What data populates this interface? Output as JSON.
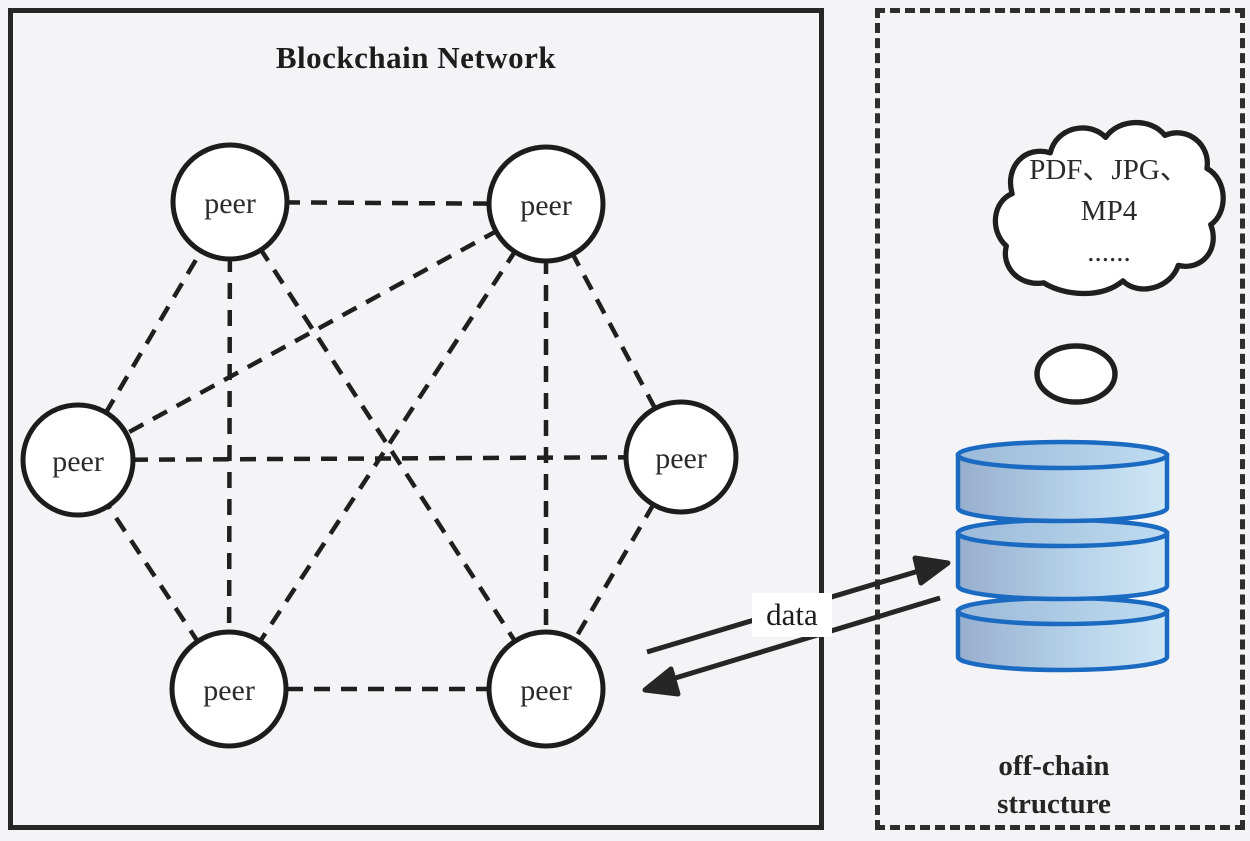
{
  "figure": {
    "type": "architecture-diagram",
    "description": "Blockchain network of peers linked to an off-chain storage structure"
  },
  "blockchain_panel": {
    "title": "Blockchain Network",
    "peers": [
      {
        "id": "peer-top-left",
        "label": "peer"
      },
      {
        "id": "peer-top-right",
        "label": "peer"
      },
      {
        "id": "peer-middle-left",
        "label": "peer"
      },
      {
        "id": "peer-middle-right",
        "label": "peer"
      },
      {
        "id": "peer-bottom-left",
        "label": "peer"
      },
      {
        "id": "peer-bottom-right",
        "label": "peer"
      }
    ],
    "connection_style": "dashed",
    "connections": [
      [
        "peer-top-left",
        "peer-top-right"
      ],
      [
        "peer-top-right",
        "peer-middle-right"
      ],
      [
        "peer-middle-right",
        "peer-bottom-right"
      ],
      [
        "peer-bottom-right",
        "peer-bottom-left"
      ],
      [
        "peer-bottom-left",
        "peer-middle-left"
      ],
      [
        "peer-middle-left",
        "peer-top-left"
      ],
      [
        "peer-top-left",
        "peer-bottom-left"
      ],
      [
        "peer-top-right",
        "peer-bottom-right"
      ],
      [
        "peer-middle-left",
        "peer-middle-right"
      ],
      [
        "peer-top-left",
        "peer-bottom-right"
      ],
      [
        "peer-top-right",
        "peer-bottom-left"
      ],
      [
        "peer-top-right",
        "peer-middle-left"
      ]
    ]
  },
  "data_flow": {
    "label": "data",
    "direction": "bidirectional"
  },
  "offchain_panel": {
    "cloud_text": "PDF、JPG、\nMP4\n......",
    "caption": "off-chain\nstructure",
    "database_icon": "database-cylinder-stack",
    "colors": {
      "database_border": "#1b6ac2",
      "database_fill_left": "#97aecd",
      "database_fill_right": "#cfe7f6"
    }
  }
}
